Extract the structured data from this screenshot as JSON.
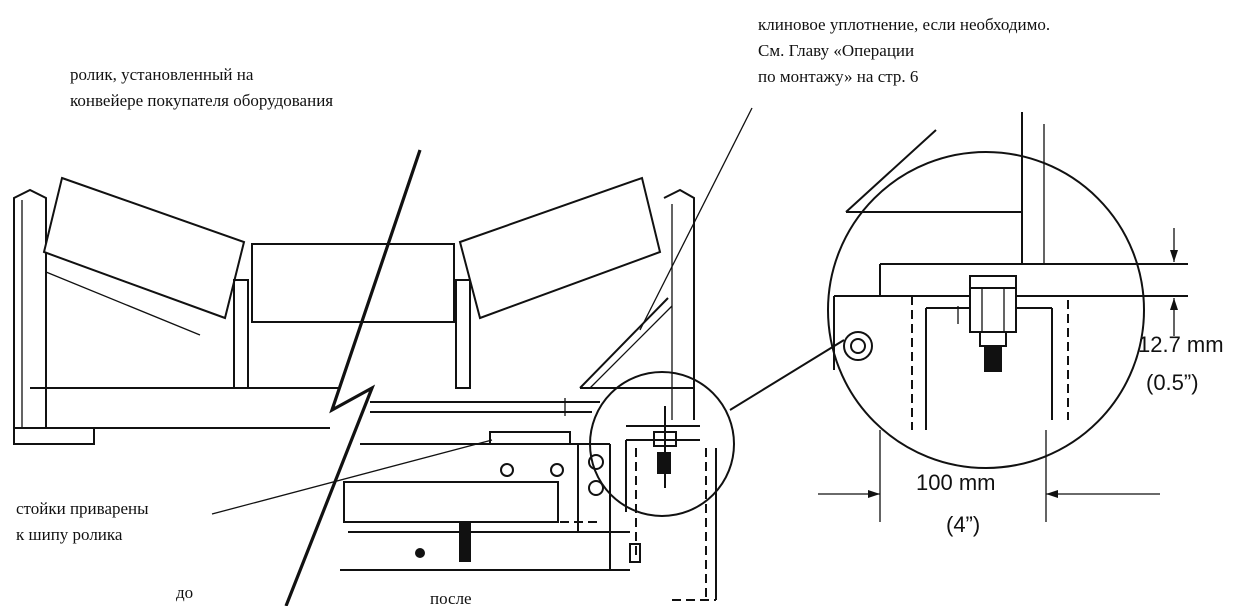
{
  "labels": {
    "roller_line1": "ролик, установленный на",
    "roller_line2": "конвейере покупателя оборудования",
    "wedge_line1": "клиновое уплотнение, если необходимо.",
    "wedge_line2": "См. Главу «Операции",
    "wedge_line3": "по монтажу» на стр. 6",
    "posts_line1": "стойки приварены",
    "posts_line2": "к шипу ролика",
    "before": "до",
    "after": "после"
  },
  "dimensions": {
    "gap_mm": "12.7 mm",
    "gap_in": "(0.5”)",
    "width_mm": "100 mm",
    "width_in": "(4”)"
  }
}
